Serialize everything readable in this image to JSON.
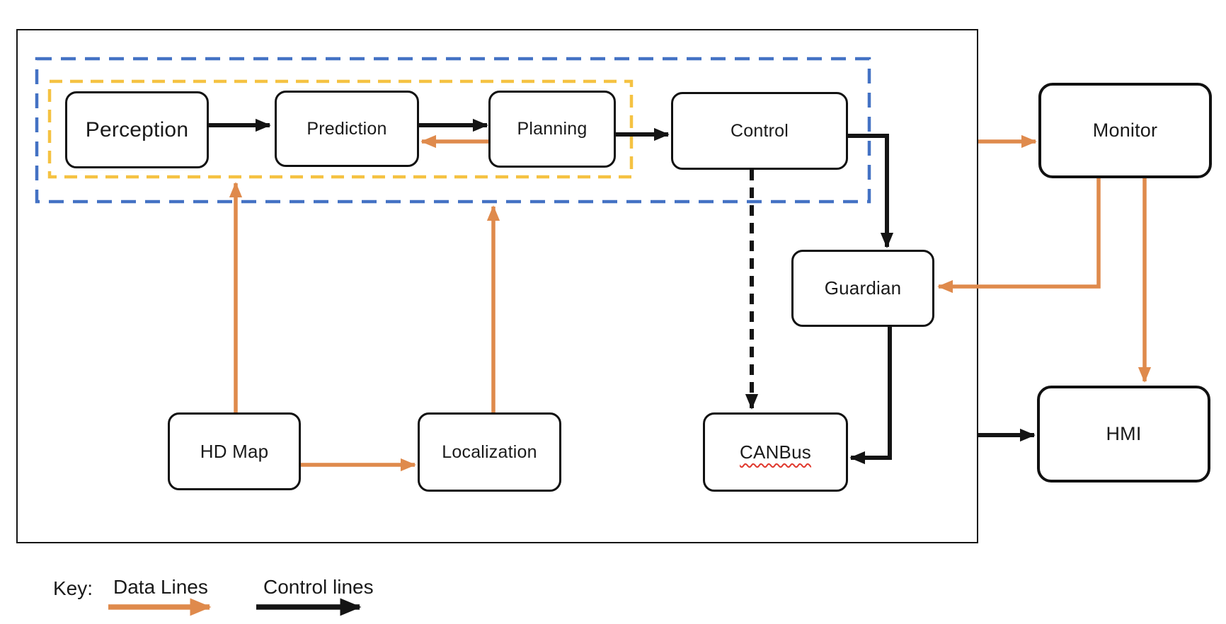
{
  "diagram": {
    "colors": {
      "data_line": "#DF8A4C",
      "control_line": "#141414",
      "adas_boundary": "#4472C4",
      "core_boundary": "#F5C242",
      "spellcheck_underline": "#E0392E"
    },
    "nodes": {
      "perception": {
        "label": "Perception"
      },
      "prediction": {
        "label": "Prediction"
      },
      "planning": {
        "label": "Planning"
      },
      "control": {
        "label": "Control"
      },
      "monitor": {
        "label": "Monitor"
      },
      "guardian": {
        "label": "Guardian"
      },
      "canbus": {
        "label": "CANBus"
      },
      "hdmap": {
        "label": "HD Map"
      },
      "localization": {
        "label": "Localization"
      },
      "hmi": {
        "label": "HMI"
      }
    },
    "groups": {
      "blue_dashed": {
        "contains": [
          "Perception",
          "Prediction",
          "Planning",
          "Control"
        ]
      },
      "yellow_dashed": {
        "contains": [
          "Perception",
          "Prediction",
          "Planning"
        ]
      }
    },
    "edges": [
      {
        "from": "Perception",
        "to": "Prediction",
        "type": "control",
        "style": "solid"
      },
      {
        "from": "Prediction",
        "to": "Planning",
        "type": "control",
        "style": "solid"
      },
      {
        "from": "Planning",
        "to": "Control",
        "type": "control",
        "style": "solid"
      },
      {
        "from": "Planning",
        "to": "Prediction",
        "type": "data",
        "style": "solid"
      },
      {
        "from": "Control",
        "to": "Guardian",
        "type": "control",
        "style": "solid"
      },
      {
        "from": "Control",
        "to": "CANBus",
        "type": "control",
        "style": "dashed"
      },
      {
        "from": "Guardian",
        "to": "CANBus",
        "type": "control",
        "style": "solid"
      },
      {
        "from": "HD Map",
        "to": "Perception",
        "type": "data",
        "style": "solid"
      },
      {
        "from": "HD Map",
        "to": "Localization",
        "type": "data",
        "style": "solid"
      },
      {
        "from": "Localization",
        "to": "Planning",
        "type": "data",
        "style": "solid"
      },
      {
        "from": "System box",
        "to": "Monitor",
        "type": "data",
        "style": "solid"
      },
      {
        "from": "Monitor",
        "to": "Guardian",
        "type": "data",
        "style": "solid"
      },
      {
        "from": "Monitor",
        "to": "HMI",
        "type": "data",
        "style": "solid"
      },
      {
        "from": "System box",
        "to": "HMI",
        "type": "control",
        "style": "solid"
      }
    ]
  },
  "key": {
    "title": "Key:",
    "items": [
      {
        "label": "Data Lines",
        "color": "#DF8A4C"
      },
      {
        "label": "Control lines",
        "color": "#141414"
      }
    ]
  }
}
